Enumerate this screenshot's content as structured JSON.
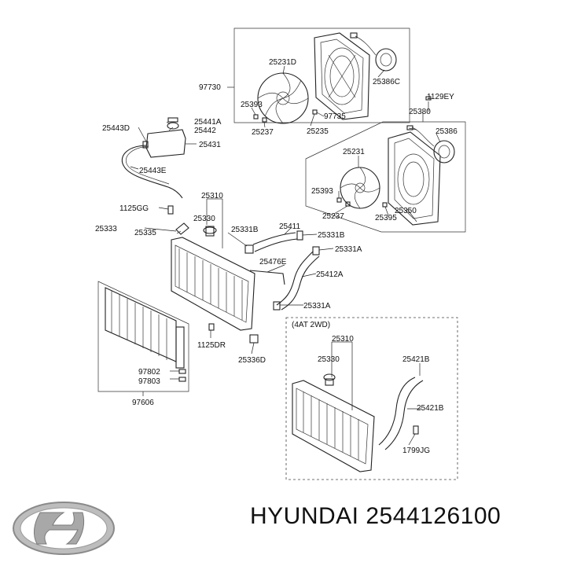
{
  "brand": {
    "name": "HYUNDAI",
    "part_number": "2544126100"
  },
  "inset": {
    "title": "(4AT 2WD)"
  },
  "callouts": {
    "c97730": "97730",
    "c25231D": "25231D",
    "c25386C": "25386C",
    "c25393a": "25393",
    "c25237a": "25237",
    "c97735": "97735",
    "c25235": "25235",
    "c1129EY": "1129EY",
    "c25380": "25380",
    "c25386": "25386",
    "c25231": "25231",
    "c25393b": "25393",
    "c25237b": "25237",
    "c25350": "25350",
    "c25395": "25395",
    "c25441A": "25441A",
    "c25442": "25442",
    "c25443D": "25443D",
    "c25431": "25431",
    "c25443E": "25443E",
    "c25310a": "25310",
    "c1125GG": "1125GG",
    "c25330a": "25330",
    "c25333": "25333",
    "c25335": "25335",
    "c25331Ba": "25331B",
    "c25411": "25411",
    "c25331Bb": "25331B",
    "c25331Aa": "25331A",
    "c25476E": "25476E",
    "c25412A": "25412A",
    "c25331Ab": "25331A",
    "c1125DR": "1125DR",
    "c25336D": "25336D",
    "c97802": "97802",
    "c97803": "97803",
    "c97606": "97606",
    "c25310b": "25310",
    "c25330b": "25330",
    "c25421Ba": "25421B",
    "c25421Bb": "25421B",
    "c1799JG": "1799JG"
  }
}
